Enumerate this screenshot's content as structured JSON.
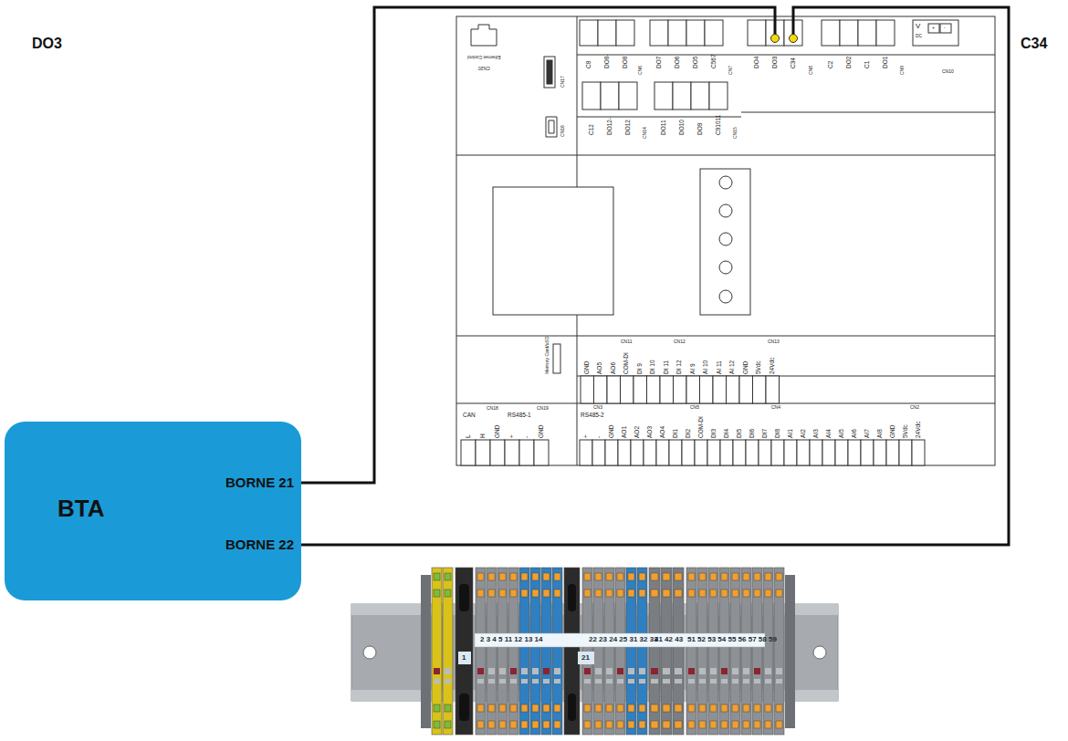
{
  "diagram": {
    "nodes": [
      {
        "text": [
          "BTA"
        ]
      },
      {
        "text": [
          "BORNE 21"
        ],
        "in": 0
      },
      {
        "text": [
          "BORNE 22"
        ],
        "in": 0
      },
      {
        "text": [
          "DO3"
        ]
      },
      {
        "text": [
          "C34"
        ]
      }
    ],
    "edges": [
      {
        "from": 1,
        "to": 3,
        "arrow": "none",
        "label": "DO3"
      },
      {
        "from": 2,
        "to": 4,
        "arrow": "none",
        "label": "C34"
      }
    ],
    "labels": [
      "Ethernet Control",
      "CN20",
      "CN17",
      "CN16",
      "C8",
      "DO8-",
      "DO8",
      "CN6",
      "DO7",
      "DO6",
      "DO5",
      "C567",
      "CN7",
      "DO4",
      "CN8",
      "C2",
      "DO2",
      "C1",
      "DO1",
      "CN9",
      "V",
      "DC",
      "+",
      "-",
      "CN10",
      "C12",
      "DO12-",
      "DO12",
      "CN14",
      "DO11",
      "DO10",
      "DO9",
      "C91011",
      "CN15",
      "Memory Card/uSD",
      "GND",
      "AO5",
      "AO6",
      "COM-DI",
      "CN11",
      "DI 9",
      "DI 10",
      "DI 11",
      "DI 12",
      "CN12",
      "AI 9",
      "AI 10",
      "AI 11",
      "AI 12",
      "GND",
      "5Vdc",
      "24Vdc",
      "CN13",
      "CAN",
      "L",
      "H",
      "GND",
      "CN18",
      "RS485-1",
      "+",
      "-",
      "GND",
      "CN19",
      "RS485-2",
      "CN3",
      "+",
      "-",
      "GND",
      "AO1",
      "AO2",
      "AO3",
      "AO4",
      "DI1",
      "DI2",
      "CN5",
      "COM-DI",
      "DI3",
      "DI4",
      "DI5",
      "DI6",
      "DI7",
      "DI8",
      "CN4",
      "AI1",
      "AI2",
      "AI3",
      "AI4",
      "AI5",
      "AI6",
      "AI7",
      "AI8",
      "GND",
      "5Vdc",
      "24Vdc",
      "CN2",
      "2 3 4 5 11 12 13 14",
      "22 23 24 25 31 32 33",
      "41 42 43",
      "51 52 53 54 55 56 57 58 59",
      "1",
      "21"
    ]
  }
}
